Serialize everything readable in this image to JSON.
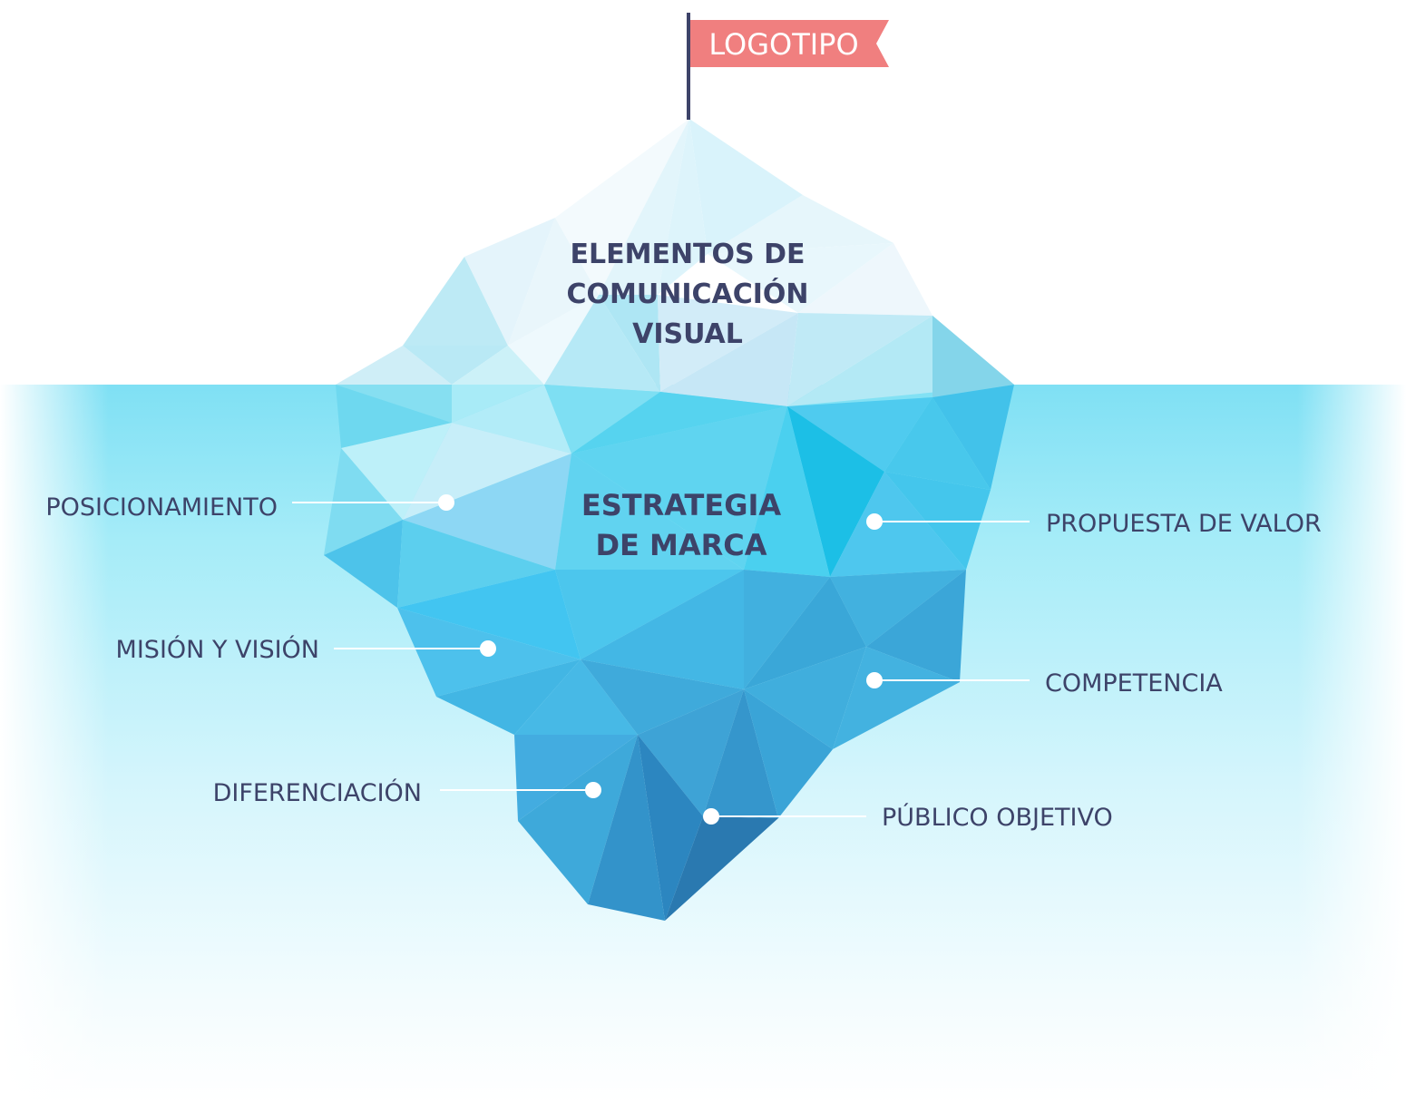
{
  "flag": {
    "label": "LOGOTIPO",
    "color": "#f07f7f"
  },
  "above_water": {
    "lines": [
      "ELEMENTOS DE",
      "COMUNICACIÓN",
      "VISUAL"
    ]
  },
  "below_water": {
    "lines": [
      "ESTRATEGIA",
      "DE MARCA"
    ]
  },
  "callouts": {
    "posicionamiento": "POSICIONAMIENTO",
    "mision_vision": "MISIÓN Y VISIÓN",
    "diferenciacion": "DIFERENCIACIÓN",
    "propuesta_valor": "PROPUESTA DE VALOR",
    "competencia": "COMPETENCIA",
    "publico_objetivo": "PÚBLICO OBJETIVO"
  },
  "colors": {
    "text": "#3d4369",
    "water": "#7fe0f4",
    "connector": "#ffffff"
  }
}
